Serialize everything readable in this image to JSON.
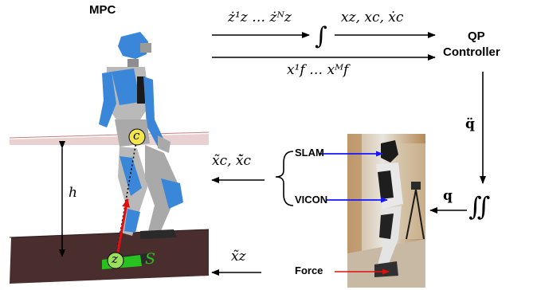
{
  "title_mpc": "MPC",
  "qp_controller": [
    "QP",
    "Controller"
  ],
  "sensors": {
    "slam": "SLAM",
    "vicon": "VICON",
    "force": "Force"
  },
  "math": {
    "zdot_seq": "ż¹z … żᴺz",
    "integral": "∫",
    "state_out": "xz, xc, ẋc",
    "foot_seq": "x¹f … xᴹf",
    "qddot": "q̈",
    "q": "q",
    "double_integral": "∬",
    "est_com": "x̃c, x̃̇c",
    "est_zmp": "x̃z",
    "height": "h",
    "c": "c",
    "z": "z",
    "support": "S"
  },
  "colors": {
    "robot_blue": "#3a86d8",
    "robot_grey": "#b9b9b9",
    "floor": "#4a2d2d",
    "upper_plane": "#e6c9c9",
    "com_circle": "#f2e64a",
    "zmp_circle": "#9be05a",
    "support_green": "#27c21f",
    "force_arrow": "#e01010",
    "sensor_arrow": "#1515ff"
  }
}
